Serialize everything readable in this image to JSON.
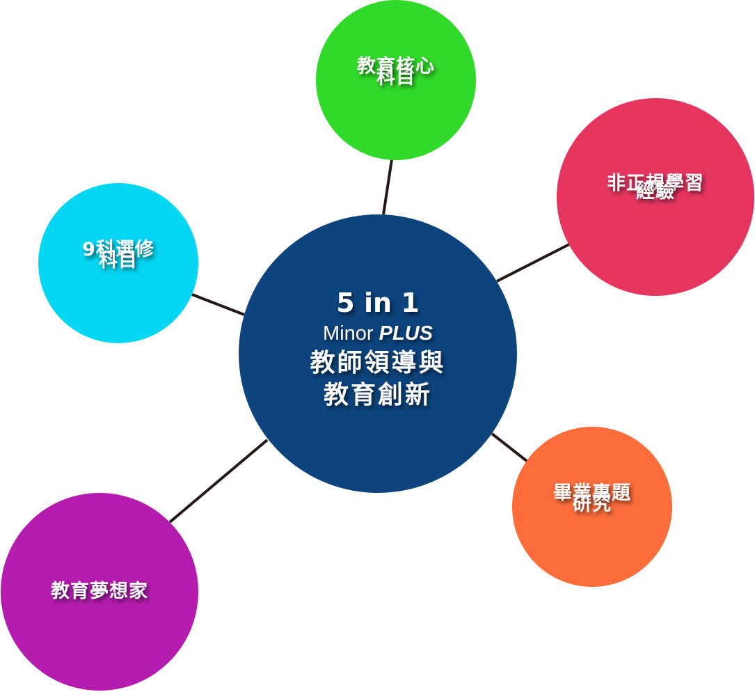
{
  "center": {
    "headline": "5 in 1",
    "subtitle_prefix": "Minor ",
    "subtitle_emphasis": "PLUS",
    "title_line1": "教師領導與",
    "title_line2": "教育創新",
    "color": "#0d447d"
  },
  "nodes": [
    {
      "id": "core",
      "line1": "教育核心",
      "line2": "科目",
      "color": "#31d92a"
    },
    {
      "id": "informal",
      "line1": "非正規學習",
      "line2": "經驗",
      "color": "#e63660"
    },
    {
      "id": "electives",
      "line1": "9科選修",
      "line2": "科目",
      "color": "#05d6f2"
    },
    {
      "id": "capstone",
      "line1": "畢業專題",
      "line2": "研究",
      "color": "#fd6d3b"
    },
    {
      "id": "dreamer",
      "line1": "教育夢想家",
      "line2": "",
      "color": "#b41cae"
    }
  ],
  "connector_color": "#231815"
}
